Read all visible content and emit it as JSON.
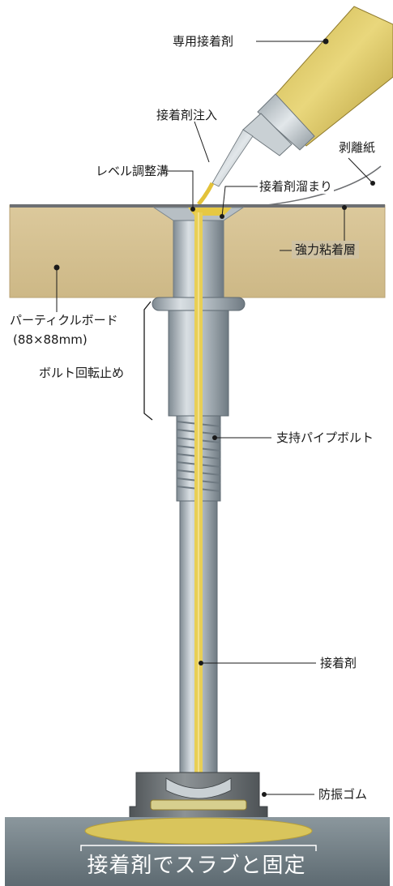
{
  "labels": {
    "dedicated_adhesive": "専用接着剤",
    "adhesive_injection": "接着剤注入",
    "level_groove": "レベル調整溝",
    "adhesive_pool": "接着剤溜まり",
    "release_paper": "剥離紙",
    "strong_adhesive_layer": "強力粘着層",
    "particle_board_line1": "パーティクルボード",
    "particle_board_line2": "(88×88mm)",
    "bolt_rotation_stop": "ボルト回転止め",
    "support_pipe_bolt": "支持パイプボルト",
    "adhesive": "接着剤",
    "anti_vibration_rubber": "防振ゴム",
    "slab_caption": "接着剤でスラブと固定"
  },
  "colors": {
    "board": "#d8c496",
    "board_edge": "#b9a273",
    "adhesive_layer": "#6d6f72",
    "adhesive_yellow": "#e8cf55",
    "pipe": "#b6bec4",
    "pipe_dark": "#7d8890",
    "slab": "#7d8a90",
    "rubber": "#606669",
    "leader": "#1a1a1a"
  }
}
